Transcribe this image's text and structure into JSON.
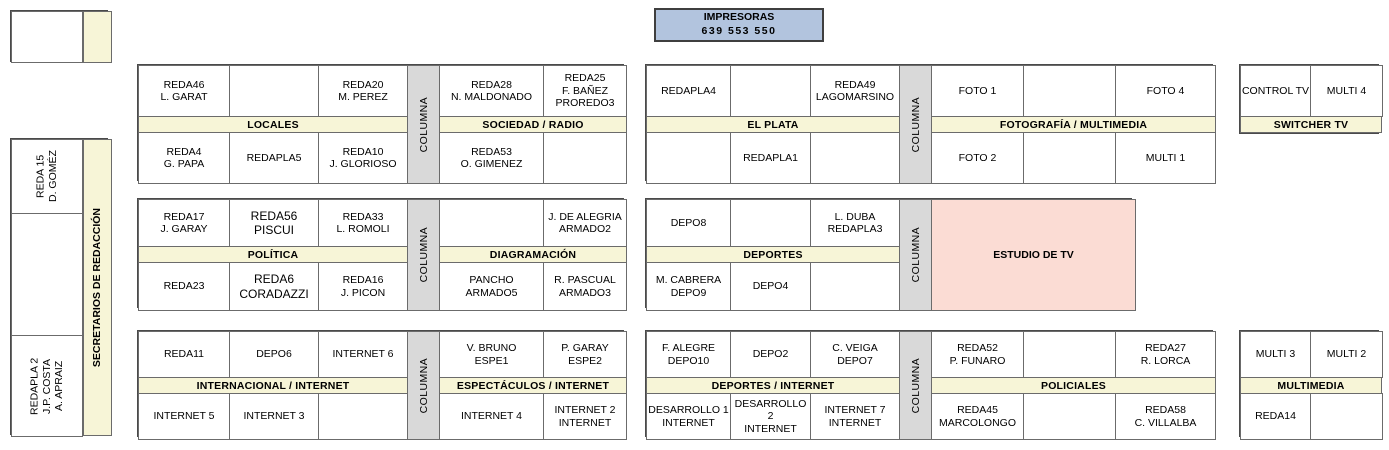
{
  "printers": {
    "title": "IMPRESORAS",
    "numbers": "639  553  550"
  },
  "sidebar": {
    "label": "SECRETARIOS DE REDACCIÓN",
    "top_box": {
      "cell": ""
    },
    "cells": [
      {
        "text": "REDA 15\nD. GOMÉZ"
      },
      {
        "text": ""
      },
      {
        "text": "REDAPLA 2\nJ.P. COSTA\nA. APRAIZ"
      }
    ]
  },
  "columna_label": "COLUMNA",
  "blocks": {
    "locales": {
      "band": "LOCALES",
      "top": [
        "REDA46\nL. GARAT",
        "",
        "REDA20\nM. PEREZ"
      ],
      "bottom": [
        "REDA4\nG. PAPA",
        "REDAPLA5",
        "REDA10\nJ. GLORIOSO"
      ]
    },
    "sociedad_radio": {
      "band": "SOCIEDAD / RADIO",
      "top": [
        "REDA28\nN. MALDONADO",
        "REDA25\nF. BAÑEZ\nPROREDO3"
      ],
      "bottom": [
        "REDA53\nO. GIMENEZ",
        ""
      ]
    },
    "el_plata": {
      "band": "EL PLATA",
      "top": [
        "REDAPLA4",
        "",
        "REDA49\nLAGOMARSINO"
      ],
      "bottom": [
        "",
        "REDAPLA1",
        ""
      ]
    },
    "fotografia": {
      "band": "FOTOGRAFÍA / MULTIMEDIA",
      "top": [
        "FOTO 1",
        "",
        "FOTO 4"
      ],
      "bottom": [
        "FOTO 2",
        "",
        "MULTI 1"
      ]
    },
    "switcher": {
      "band": "SWITCHER TV",
      "top": [
        "CONTROL TV",
        "MULTI 4"
      ]
    },
    "politica": {
      "band": "POLÍTICA",
      "top": [
        "REDA17\nJ. GARAY",
        "REDA56\nPISCUI",
        "REDA33\nL. ROMOLI"
      ],
      "bottom": [
        "REDA23",
        "REDA6\nCORADAZZI",
        "REDA16\nJ. PICON"
      ]
    },
    "diagramacion": {
      "band": "DIAGRAMACIÓN",
      "top": [
        "",
        "J. DE ALEGRIA\nARMADO2"
      ],
      "bottom": [
        "PANCHO\nARMADO5",
        "R. PASCUAL\nARMADO3"
      ]
    },
    "deportes": {
      "band": "DEPORTES",
      "top": [
        "DEPO8",
        "",
        "L. DUBA\nREDAPLA3"
      ],
      "bottom": [
        "M. CABRERA\nDEPO9",
        "DEPO4",
        ""
      ]
    },
    "estudio_tv": {
      "label": "ESTUDIO DE TV"
    },
    "internacional": {
      "band": "INTERNACIONAL / INTERNET",
      "top": [
        "REDA11",
        "DEPO6",
        "INTERNET 6"
      ],
      "bottom": [
        "INTERNET 5",
        "INTERNET 3",
        ""
      ]
    },
    "espectaculos": {
      "band": "ESPECTÁCULOS / INTERNET",
      "top": [
        "V. BRUNO\nESPE1",
        "P. GARAY\nESPE2"
      ],
      "bottom": [
        "INTERNET 4",
        "INTERNET 2\nINTERNET"
      ]
    },
    "deportes_internet": {
      "band": "DEPORTES / INTERNET",
      "top": [
        "F. ALEGRE\nDEPO10",
        "DEPO2",
        "C. VEIGA\nDEPO7"
      ],
      "bottom": [
        "DESARROLLO 1\nINTERNET",
        "DESARROLLO 2\nINTERNET",
        "INTERNET 7\nINTERNET"
      ]
    },
    "policiales": {
      "band": "POLICIALES",
      "top": [
        "REDA52\nP. FUNARO",
        "",
        "REDA27\nR. LORCA"
      ],
      "bottom": [
        "REDA45\nMARCOLONGO",
        "",
        "REDA58\nC. VILLALBA"
      ]
    },
    "multimedia": {
      "band": "MULTIMEDIA",
      "top": [
        "MULTI 3",
        "MULTI 2"
      ],
      "bottom": [
        "REDA14",
        ""
      ]
    }
  },
  "colors": {
    "band": "#f7f5d7",
    "columna": "#d9d9d9",
    "printers": "#b2c4de",
    "studio": "#fbdcd4",
    "border": "#6b6b6b"
  }
}
